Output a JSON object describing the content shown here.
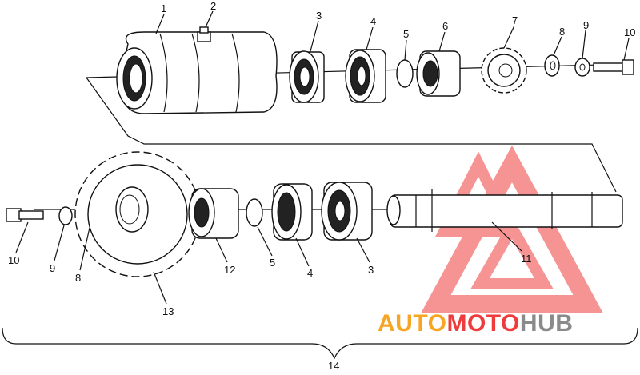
{
  "diagram": {
    "callouts_top": [
      "1",
      "2",
      "3",
      "4",
      "5",
      "6",
      "7",
      "8",
      "9",
      "10"
    ],
    "callouts_bottom": [
      "10",
      "9",
      "8",
      "13",
      "12",
      "5",
      "4",
      "3",
      "11"
    ],
    "assembly_label": "14"
  },
  "watermark": {
    "part1": "AUTO",
    "part2": "MOTO",
    "part3": "HUB",
    "color_red": "#ef3b3b",
    "color_orange": "#f6a623",
    "color_gray": "#8a8a8a"
  }
}
